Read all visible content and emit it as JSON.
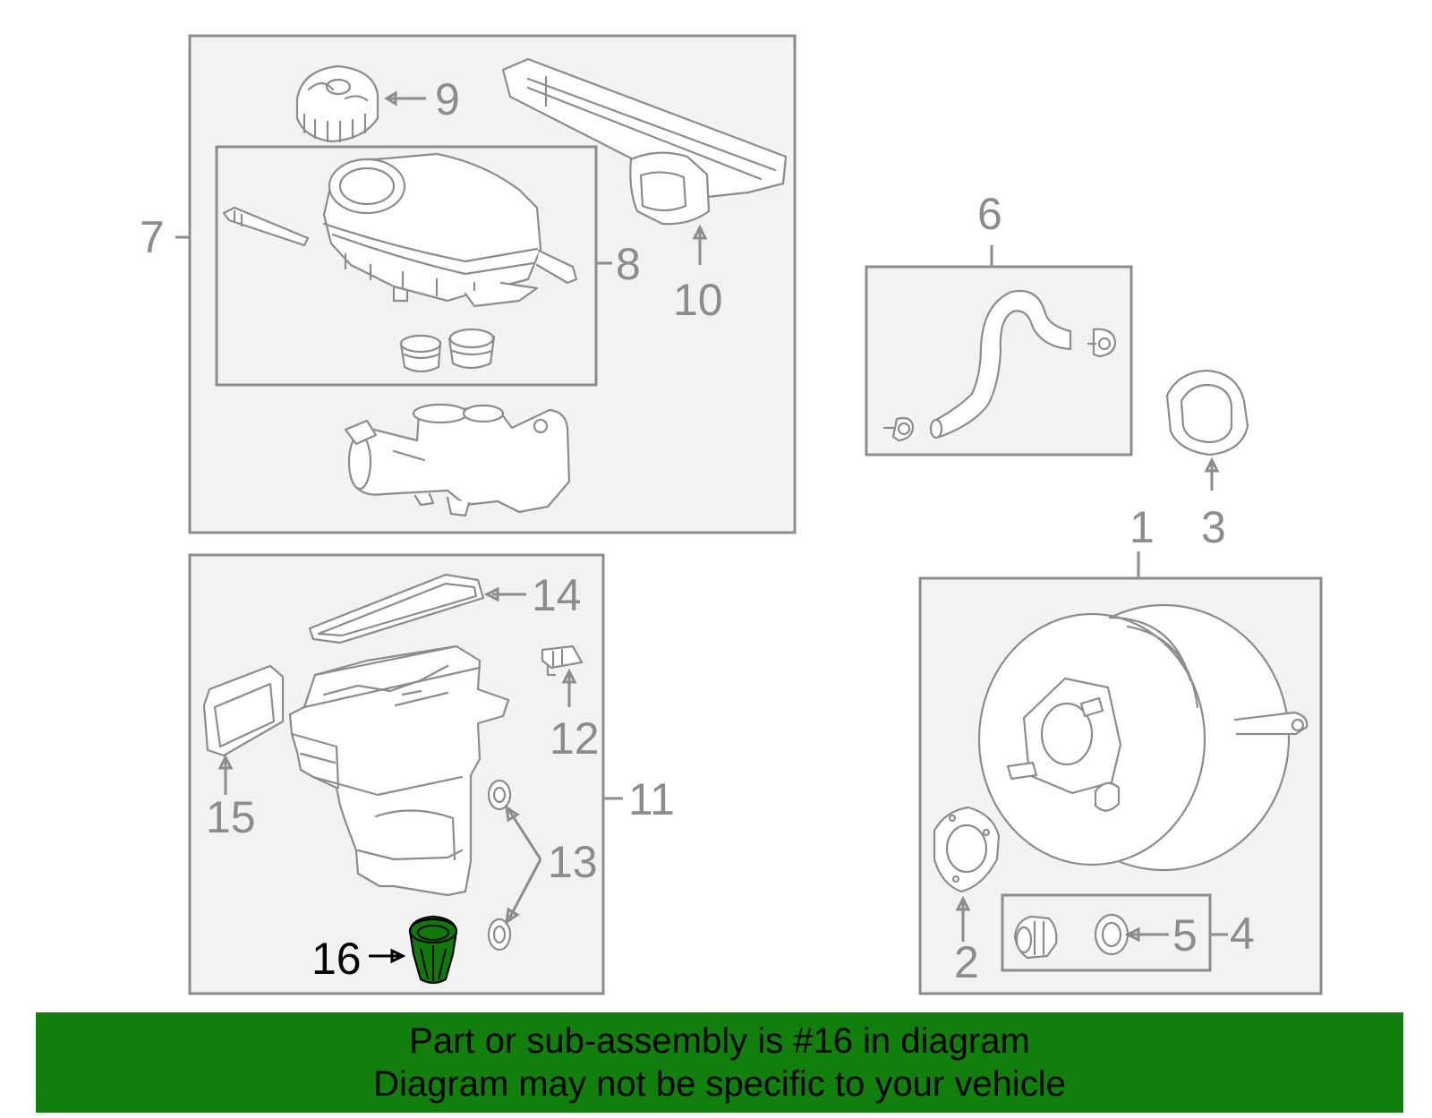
{
  "callouts": {
    "c1": "1",
    "c2": "2",
    "c3": "3",
    "c4": "4",
    "c5": "5",
    "c6": "6",
    "c7": "7",
    "c8": "8",
    "c9": "9",
    "c10": "10",
    "c11": "11",
    "c12": "12",
    "c13": "13",
    "c14": "14",
    "c15": "15",
    "c16": "16"
  },
  "highlighted_part": "16",
  "colors": {
    "highlight_fill": "#0f7a0a",
    "banner_bg": "#117f0b",
    "line_gray": "#8c8c8c",
    "frame_fill": "#f2f2f2"
  },
  "banner": {
    "line1": "Part or sub-assembly is #16 in diagram",
    "line2": "Diagram may not be specific to your vehicle"
  }
}
